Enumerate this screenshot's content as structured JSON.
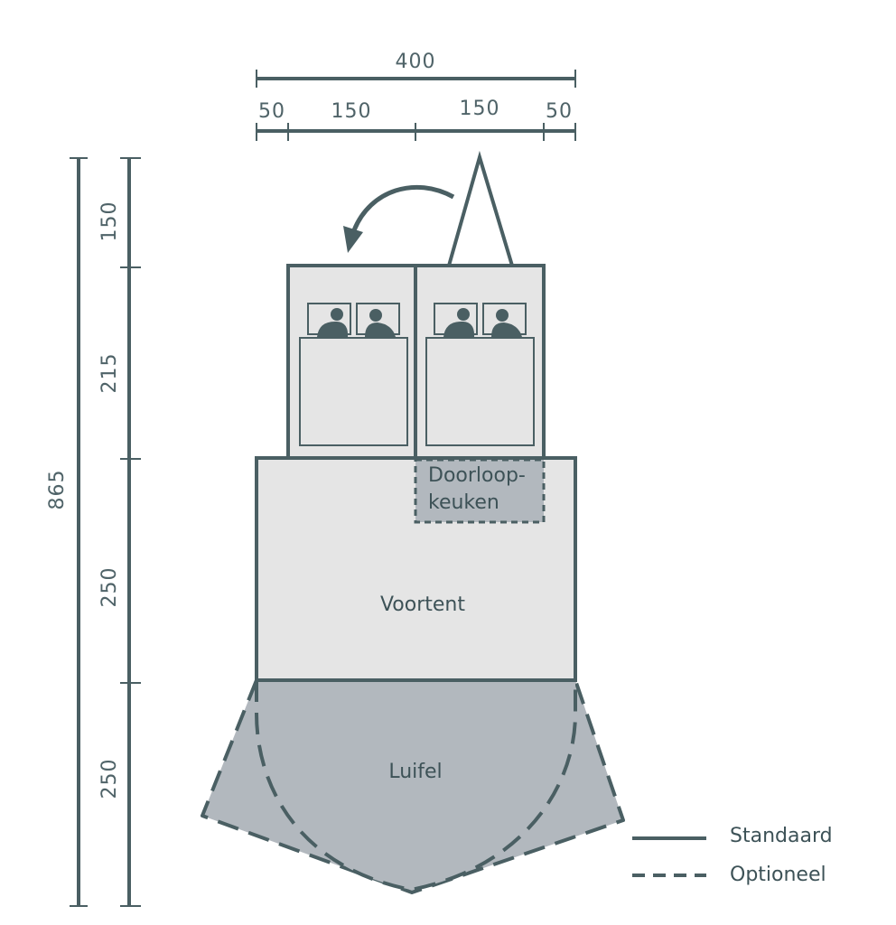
{
  "colors": {
    "stroke": "#4a5f63",
    "text": "#4f6368",
    "room_fill": "#e5e5e5",
    "optional_fill": "#b2b8be"
  },
  "dimensions": {
    "top_total": "400",
    "top_segments": [
      "50",
      "150",
      "150",
      "50"
    ],
    "side_total": "865",
    "side_segments": [
      "150",
      "215",
      "250",
      "250"
    ]
  },
  "areas": {
    "kitchen_line1": "Doorloop-",
    "kitchen_line2": "keuken",
    "voortent": "Voortent",
    "luifel": "Luifel"
  },
  "legend": {
    "standard": "Standaard",
    "optional": "Optioneel"
  },
  "icons": [
    "curved-arrow-icon",
    "person-icon"
  ]
}
